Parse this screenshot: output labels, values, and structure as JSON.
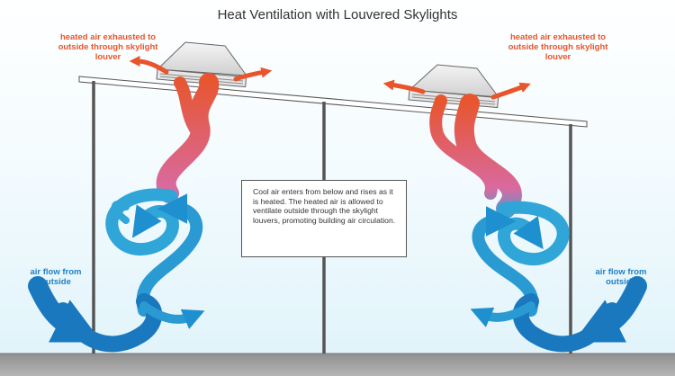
{
  "title": "Heat Ventilation with Louvered Skylights",
  "callouts": {
    "left": "heated air exhausted to outside through skylight louver",
    "right": "heated air exhausted to outside through skylight louver"
  },
  "flow_labels": {
    "left": "air flow from outside",
    "right": "air flow from outside"
  },
  "description": "Cool air enters from below and rises as it is heated. The heated air is allowed to ventilate outside through the skylight louvers, promoting building air circulation.",
  "colors": {
    "hot": "#e8552c",
    "warm": "#d96aa0",
    "cool": "#1e90cf",
    "frame": "#555555",
    "ground": "#9a9a9a"
  }
}
